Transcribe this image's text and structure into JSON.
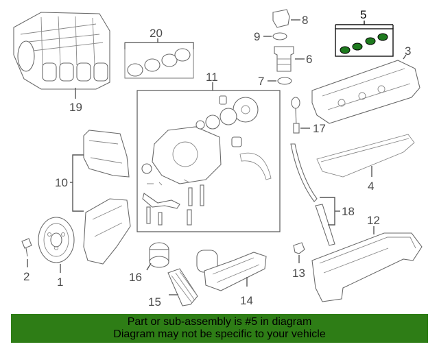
{
  "callouts": {
    "c1": "1",
    "c2": "2",
    "c3": "3",
    "c4": "4",
    "c5": "5",
    "c6": "6",
    "c7": "7",
    "c8": "8",
    "c9": "9",
    "c10": "10",
    "c11": "11",
    "c12": "12",
    "c13": "13",
    "c14": "14",
    "c15": "15",
    "c16": "16",
    "c17": "17",
    "c18": "18",
    "c19": "19",
    "c20": "20"
  },
  "banner": {
    "line1": "Part or sub-assembly is #5 in diagram",
    "line2": "Diagram may not be specific to your vehicle"
  },
  "colors": {
    "banner_bg": "#2e7d16",
    "highlight_part": "#1e7a1e"
  }
}
